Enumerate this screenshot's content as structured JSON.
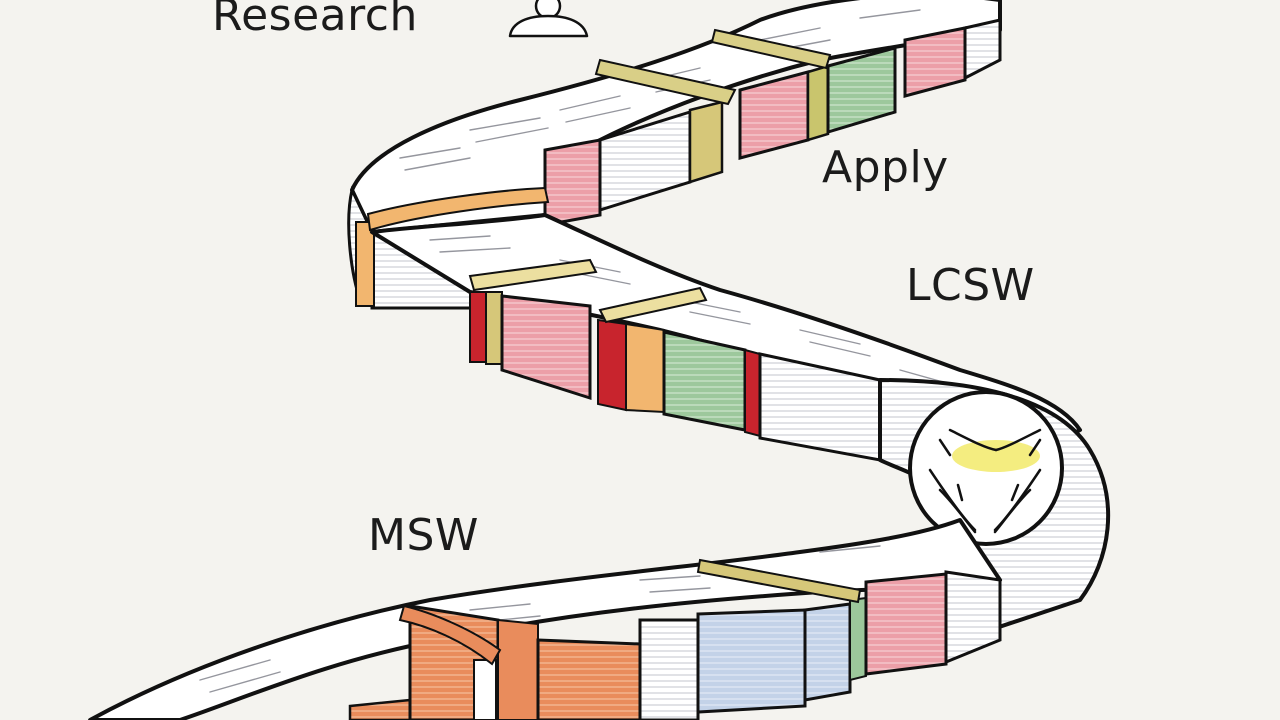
{
  "labels": {
    "research": "Research",
    "apply": "Apply",
    "lcsw": "LCSW",
    "msw": "MSW"
  },
  "icons": {
    "person": "person-icon",
    "emblem": "hands-together-emblem"
  },
  "colors": {
    "background": "#f4f3ef",
    "ink": "#1b1b1b",
    "paper": "#ffffff",
    "page_lines": "#b8bac2",
    "pink": "#e9a1a9",
    "green": "#9cc79b",
    "orange": "#e98c5c",
    "mustard": "#d6c779",
    "red": "#c8242d",
    "blue": "#bfcfe6",
    "peach": "#f2b66f",
    "yellow_glow": "#f2ea6a"
  }
}
